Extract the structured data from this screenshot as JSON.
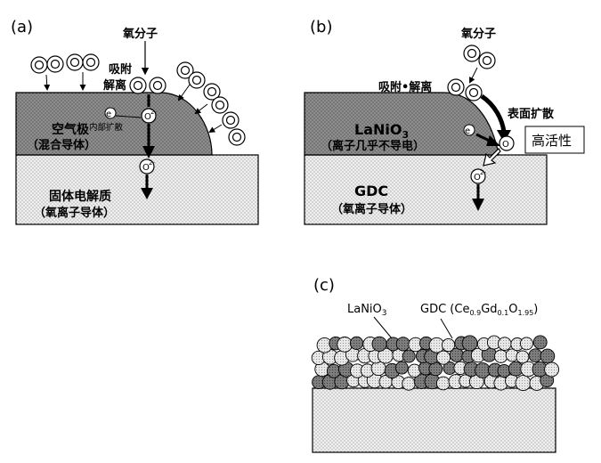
{
  "panel_a": {
    "tag": "(a)",
    "oxygen_molecule": "氧分子",
    "adsorb_dissociate": [
      "吸附",
      "解离"
    ],
    "electron": "e",
    "electron_sup": "-",
    "internal_diffusion": "内部扩散",
    "oxygen_ion": "O",
    "oxygen_ion_sup": "2-",
    "oxygen_atom": "O",
    "electrode": [
      "空气极",
      "（混合导体）"
    ],
    "electrolyte": [
      "固体电解质",
      "（氧离子导体）"
    ]
  },
  "panel_b": {
    "tag": "(b)",
    "oxygen_molecule": "氧分子",
    "adsorb_dissociate": "吸附•解离",
    "surface_diffusion": "表面扩散",
    "high_activity": "高活性",
    "electrode_main": "LaNiO",
    "electrode_sub": "3",
    "electrode_note": "（离子几乎不导电）",
    "electron": "e",
    "electron_sup": "-",
    "oxygen_atom": "O",
    "oxygen_ion": "O",
    "oxygen_ion_sup": "2-",
    "electrolyte_main": "GDC",
    "electrolyte_note": "（氧离子导体）"
  },
  "panel_c": {
    "tag": "(c)",
    "lanio_main": "LaNiO",
    "lanio_sub": "3",
    "gdc_label": "GDC (Ce",
    "gdc_s1": "0.9",
    "gdc_m1": "Gd",
    "gdc_s2": "0.1",
    "gdc_m2": "O",
    "gdc_s3": "1.95",
    "gdc_end": ")"
  },
  "colors": {
    "electrode_fill": "#8c8c8c",
    "electrolyte_fill": "#eeeeee",
    "gdc_particle": "#e6e6e6",
    "lanio_particle": "#7a7a7a",
    "line": "#000000"
  }
}
